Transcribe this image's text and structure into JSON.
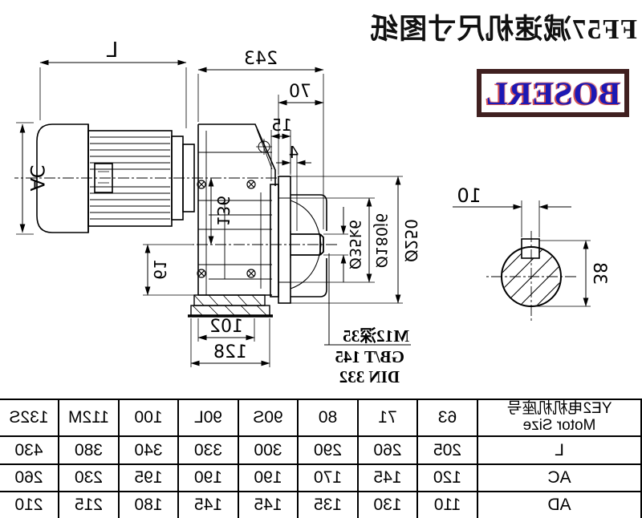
{
  "title": "FF57减速机尺寸图纸",
  "logo": {
    "text": "BOSERL"
  },
  "colors": {
    "line": "#000000",
    "logo_text": "#1c18b4",
    "logo_shadow": "#cd2828",
    "logo_border": "#402020"
  },
  "drawing": {
    "dims": {
      "motor_length": "L",
      "motor_diameter": "AC",
      "total_length": "243",
      "shaft_length": "70",
      "flange_thickness": "15",
      "step": "4",
      "axis_distance": "136",
      "foot_height": "61",
      "foot_width_inner": "102",
      "foot_width_outer": "128",
      "shaft_diameter": "Ø35k6",
      "spigot_diameter": "Ø180j6",
      "flange_diameter": "Ø250",
      "key_width": "10",
      "key_height": "38"
    },
    "annotation": {
      "line1": "M12深35",
      "line2": "GB/T 145",
      "line3": "DIN 332"
    }
  },
  "table": {
    "header": {
      "line1": "YE2电机机座号",
      "line2": "Motor Size"
    },
    "columns": [
      "63",
      "71",
      "80",
      "90S",
      "90L",
      "100",
      "112M",
      "132S"
    ],
    "rows": [
      {
        "label": "L",
        "values": [
          "205",
          "260",
          "290",
          "300",
          "330",
          "340",
          "380",
          "430"
        ]
      },
      {
        "label": "AC",
        "values": [
          "120",
          "145",
          "170",
          "190",
          "190",
          "195",
          "230",
          "260"
        ]
      },
      {
        "label": "AD",
        "values": [
          "110",
          "130",
          "135",
          "145",
          "145",
          "180",
          "215",
          "210"
        ]
      }
    ]
  }
}
